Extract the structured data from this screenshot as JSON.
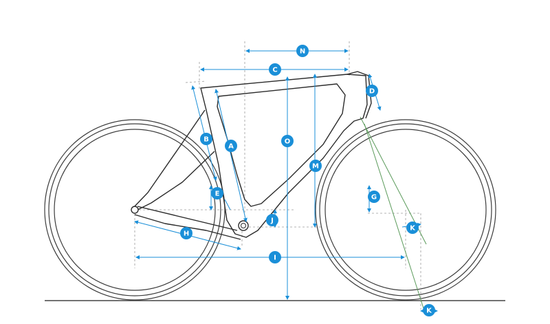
{
  "colors": {
    "dimension": "#1a8fd8",
    "frame": "#2a2a2a",
    "wheel": "#3a3a3a",
    "ground": "#444444",
    "guide": "#9a9a9a",
    "fork_axis": "#5a9a5a"
  },
  "labels": {
    "A": "A",
    "B": "B",
    "C": "C",
    "D": "D",
    "E": "E",
    "G": "G",
    "H": "H",
    "I": "I",
    "J": "J",
    "K1": "K",
    "K2": "K",
    "M": "M",
    "N": "N",
    "O": "O"
  }
}
